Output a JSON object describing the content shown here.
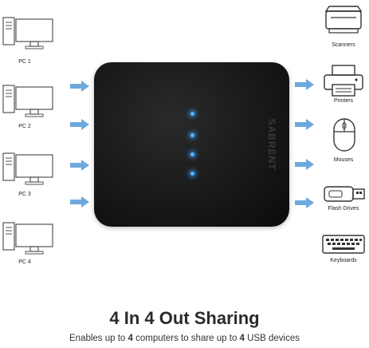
{
  "pcs": [
    {
      "label": "PC 1"
    },
    {
      "label": "PC 2"
    },
    {
      "label": "PC 3"
    },
    {
      "label": "PC 4"
    }
  ],
  "devices": [
    {
      "label": "Scanners",
      "icon": "scanner-icon"
    },
    {
      "label": "Printers",
      "icon": "printer-icon"
    },
    {
      "label": "Mouses",
      "icon": "mouse-icon"
    },
    {
      "label": "Flash Drives",
      "icon": "flash-drive-icon"
    },
    {
      "label": "Keyboards",
      "icon": "keyboard-icon"
    }
  ],
  "hub": {
    "brand": "SABRENT",
    "led_color": "#4fb3ff"
  },
  "arrow_color": "#6fa8dc",
  "headline": "4 In 4 Out Sharing",
  "tagline": {
    "part1": "Enables up to ",
    "num1": "4",
    "part2": " computers to share up to ",
    "num2": "4",
    "part3": " USB devices"
  }
}
